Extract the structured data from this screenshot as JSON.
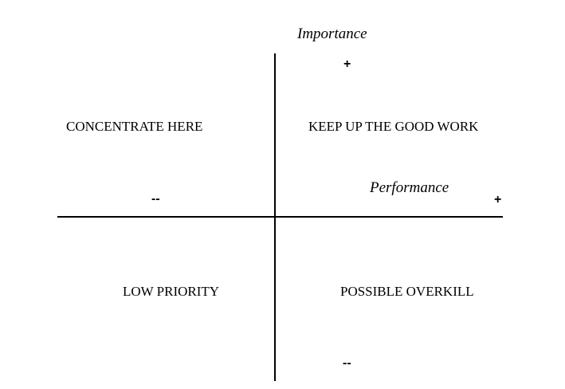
{
  "diagram": {
    "vertical_axis_label": "Importance",
    "horizontal_axis_label": "Performance",
    "signs": {
      "importance_high": "+",
      "importance_low": "--",
      "performance_high": "+",
      "performance_low": "--"
    },
    "quadrants": {
      "top_left": "CONCENTRATE HERE",
      "top_right": "KEEP UP THE GOOD WORK",
      "bottom_left": "LOW PRIORITY",
      "bottom_right": "POSSIBLE OVERKILL"
    }
  }
}
